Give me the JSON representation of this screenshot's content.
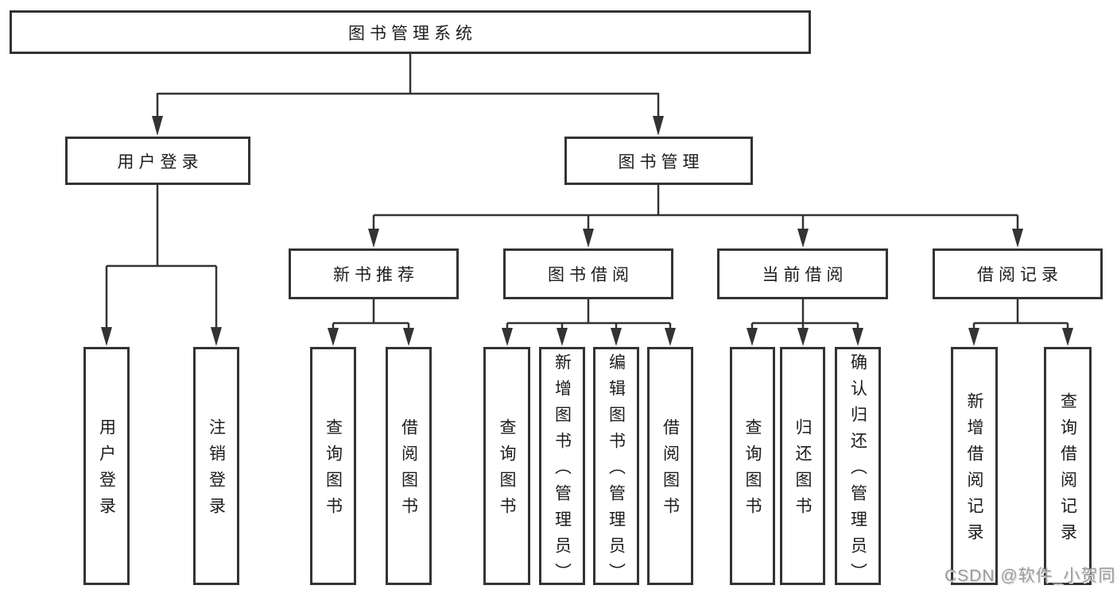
{
  "diagram": {
    "title": "图书管理系统",
    "type": "hierarchy-tree",
    "colors": {
      "line": "#333333",
      "box_border": "#333333",
      "box_bg": "#ffffff",
      "text": "#1c1c1c",
      "watermark": "#9a9a9a"
    }
  },
  "nodes": [
    {
      "id": "root",
      "label": "图书管理系统"
    },
    {
      "id": "user-login",
      "label": "用户登录"
    },
    {
      "id": "book-mgmt",
      "label": "图书管理"
    },
    {
      "id": "new-book-rec",
      "label": "新书推荐"
    },
    {
      "id": "book-borrow",
      "label": "图书借阅"
    },
    {
      "id": "current-borrow",
      "label": "当前借阅"
    },
    {
      "id": "borrow-records",
      "label": "借阅记录"
    },
    {
      "id": "leaf-user-login",
      "label": "用户登录"
    },
    {
      "id": "leaf-logout",
      "label": "注销登录"
    },
    {
      "id": "leaf-query-book-1",
      "label": "查询图书"
    },
    {
      "id": "leaf-borrow-book-1",
      "label": "借阅图书"
    },
    {
      "id": "leaf-query-book-2",
      "label": "查询图书"
    },
    {
      "id": "leaf-add-book-admin",
      "label": "新增图书（管理员）"
    },
    {
      "id": "leaf-edit-book-admin",
      "label": "编辑图书（管理员）"
    },
    {
      "id": "leaf-borrow-book-2",
      "label": "借阅图书"
    },
    {
      "id": "leaf-query-book-3",
      "label": "查询图书"
    },
    {
      "id": "leaf-return-book",
      "label": "归还图书"
    },
    {
      "id": "leaf-confirm-return",
      "label": "确认归还（管理员）"
    },
    {
      "id": "leaf-add-record",
      "label": "新增借阅记录"
    },
    {
      "id": "leaf-query-record",
      "label": "查询借阅记录"
    }
  ],
  "edges": [
    {
      "from": "root",
      "to": "user-login"
    },
    {
      "from": "root",
      "to": "book-mgmt"
    },
    {
      "from": "user-login",
      "to": "leaf-user-login"
    },
    {
      "from": "user-login",
      "to": "leaf-logout"
    },
    {
      "from": "book-mgmt",
      "to": "new-book-rec"
    },
    {
      "from": "book-mgmt",
      "to": "book-borrow"
    },
    {
      "from": "book-mgmt",
      "to": "current-borrow"
    },
    {
      "from": "book-mgmt",
      "to": "borrow-records"
    },
    {
      "from": "new-book-rec",
      "to": "leaf-query-book-1"
    },
    {
      "from": "new-book-rec",
      "to": "leaf-borrow-book-1"
    },
    {
      "from": "book-borrow",
      "to": "leaf-query-book-2"
    },
    {
      "from": "book-borrow",
      "to": "leaf-add-book-admin"
    },
    {
      "from": "book-borrow",
      "to": "leaf-edit-book-admin"
    },
    {
      "from": "book-borrow",
      "to": "leaf-borrow-book-2"
    },
    {
      "from": "current-borrow",
      "to": "leaf-query-book-3"
    },
    {
      "from": "current-borrow",
      "to": "leaf-return-book"
    },
    {
      "from": "current-borrow",
      "to": "leaf-confirm-return"
    },
    {
      "from": "borrow-records",
      "to": "leaf-add-record"
    },
    {
      "from": "borrow-records",
      "to": "leaf-query-record"
    }
  ],
  "watermark": {
    "text": "CSDN @软件_小贺同学"
  }
}
